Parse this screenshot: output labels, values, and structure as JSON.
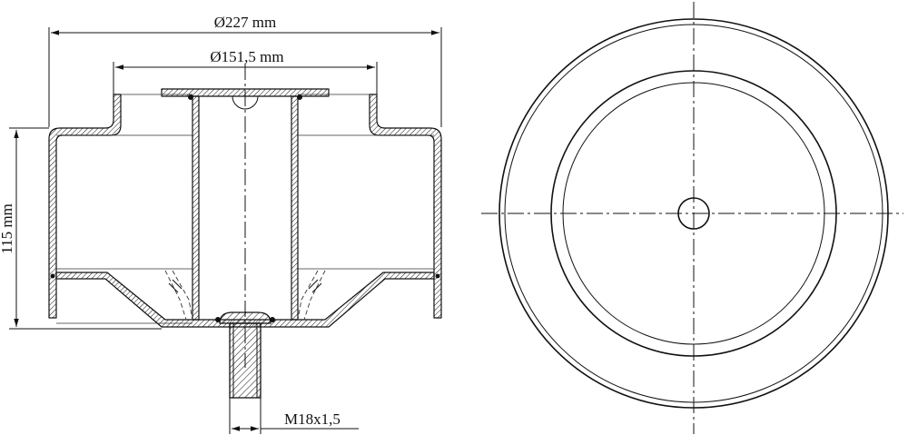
{
  "dimensions": {
    "outer_diameter": "Ø227 mm",
    "inner_diameter": "Ø151,5 mm",
    "height": "115 mm",
    "thread": "M18x1,5"
  }
}
